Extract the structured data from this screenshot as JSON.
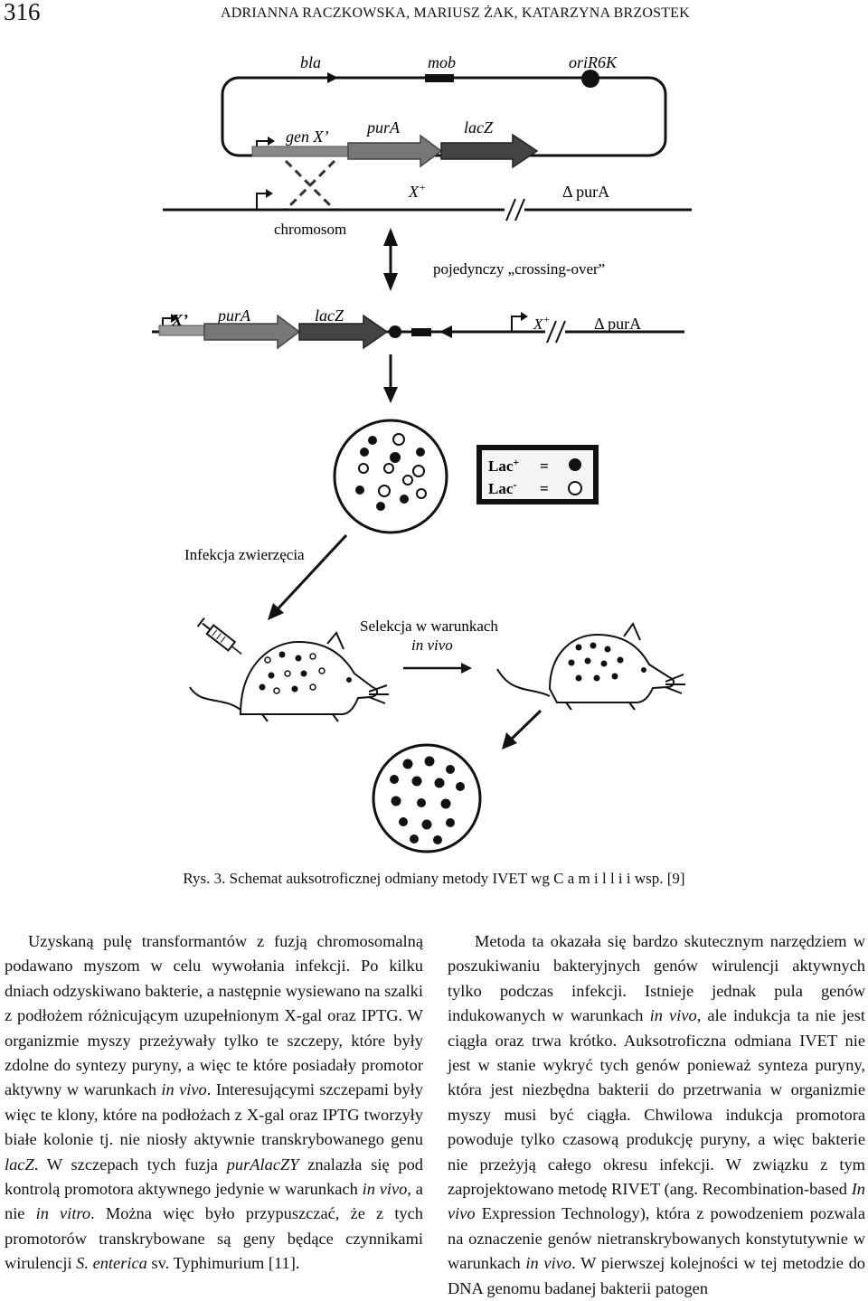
{
  "header": {
    "page_number": "316",
    "authors": "ADRIANNA RACZKOWSKA, MARIUSZ ŻAK, KATARZYNA BRZOSTEK"
  },
  "figure": {
    "plasmid": {
      "bla": "bla",
      "mob": "mob",
      "ori": "oriR6K",
      "genx": "gen X’",
      "pura": "purA",
      "lacz": "lacZ"
    },
    "chromosome": {
      "xplus": "X",
      "xplus_sup": "+",
      "delta": "Δ purA",
      "label": "chromosom"
    },
    "step_label": "pojedynczy „crossing-over”",
    "integrated": {
      "x": "X’",
      "pura": "purA",
      "lacz": "lacZ",
      "xplus": "X",
      "xplus_sup": "+",
      "delta": "Δ purA"
    },
    "legend": {
      "lac_plus": "Lac",
      "lac_plus_sup": "+",
      "lac_minus": "Lac",
      "lac_minus_sup": "-",
      "eq": "="
    },
    "infection_label": "Infekcja zwierzęcia",
    "selection_line1": "Selekcja w warunkach",
    "selection_line2": "in vivo"
  },
  "caption": "Rys. 3. Schemat auksotroficznej odmiany metody IVET wg  C a m i l l i  i wsp. [9]",
  "body": {
    "left": [
      {
        "t": "Uzyskaną pulę transformantów z fuzją chromoso-"
      },
      {
        "t": "malną podawano myszom w celu wywołania infekcji."
      },
      {
        "t": "Po kilku dniach odzyskiwano bakterie, a następnie wy-"
      },
      {
        "t": "siewano na szalki z podłożem różnicującym uzupeł-"
      },
      {
        "t": "nionym X-gal oraz IPTG. W organizmie myszy prze-"
      },
      {
        "t": "żywały tylko te szczepy, które były zdolne do syntezy"
      },
      {
        "t": "puryny, a więc te które posiadały promotor aktywny"
      },
      {
        "t": "w warunkach "
      },
      {
        "i": "in vivo"
      },
      {
        "t": ". Interesującymi szczepami były"
      },
      {
        "t": "więc te klony, które na podłożach z X-gal oraz IPTG"
      },
      {
        "t": "tworzyły białe kolonie tj. nie niosły aktywnie transkry-"
      },
      {
        "t": "bowanego genu "
      },
      {
        "i": "lacZ"
      },
      {
        "t": ". W szczepach tych fuzja "
      },
      {
        "i": "purA-"
      },
      {
        "i": "lacZY"
      },
      {
        "t": " znalazła się pod kontrolą promotora aktywnego"
      },
      {
        "t": "jedynie w warunkach "
      },
      {
        "i": "in vivo"
      },
      {
        "t": ", a nie "
      },
      {
        "i": "in vitro"
      },
      {
        "t": ". Można"
      },
      {
        "t": "więc było przypuszczać, że z tych promotorów trans-"
      },
      {
        "t": "krybowane są geny będące czynnikami wirulencji"
      },
      {
        "i": "S. enterica"
      },
      {
        "t": " sv. Typhimurium [11]."
      }
    ],
    "right": [
      {
        "t": "Metoda ta okazała się bardzo skutecznym narzę-"
      },
      {
        "t": "dziem w poszukiwaniu bakteryjnych genów wirulencji"
      },
      {
        "t": "aktywnych tylko podczas infekcji. Istnieje jednak pula"
      },
      {
        "t": "genów indukowanych w warunkach "
      },
      {
        "i": "in vivo"
      },
      {
        "t": ", ale induk-"
      },
      {
        "t": "cja ta nie jest ciągła oraz trwa krótko. Auksotroficzna"
      },
      {
        "t": "odmiana IVET nie jest w stanie wykryć tych genów"
      },
      {
        "t": "ponieważ synteza puryny, która jest niezbędna bakterii"
      },
      {
        "t": "do przetrwania w organizmie myszy musi być ciągła."
      },
      {
        "t": "Chwilowa indukcja promotora powoduje tylko czasową"
      },
      {
        "t": "produkcję puryny, a więc bakterie nie przeżyją całego"
      },
      {
        "t": "okresu infekcji. W związku z tym zaprojektowano me-"
      },
      {
        "t": "todę RIVET (ang. Recombination-based "
      },
      {
        "i": "In vivo"
      },
      {
        "t": " Expres-"
      },
      {
        "t": "sion Technology), która z powodzeniem pozwala na"
      },
      {
        "t": "oznaczenie genów nietranskrybowanych konstytutyw-"
      },
      {
        "t": "nie w warunkach "
      },
      {
        "i": "in vivo"
      },
      {
        "t": ". W pierwszej kolejności w tej"
      },
      {
        "t": "metodzie do DNA genomu badanej bakterii patogen-"
      }
    ]
  }
}
